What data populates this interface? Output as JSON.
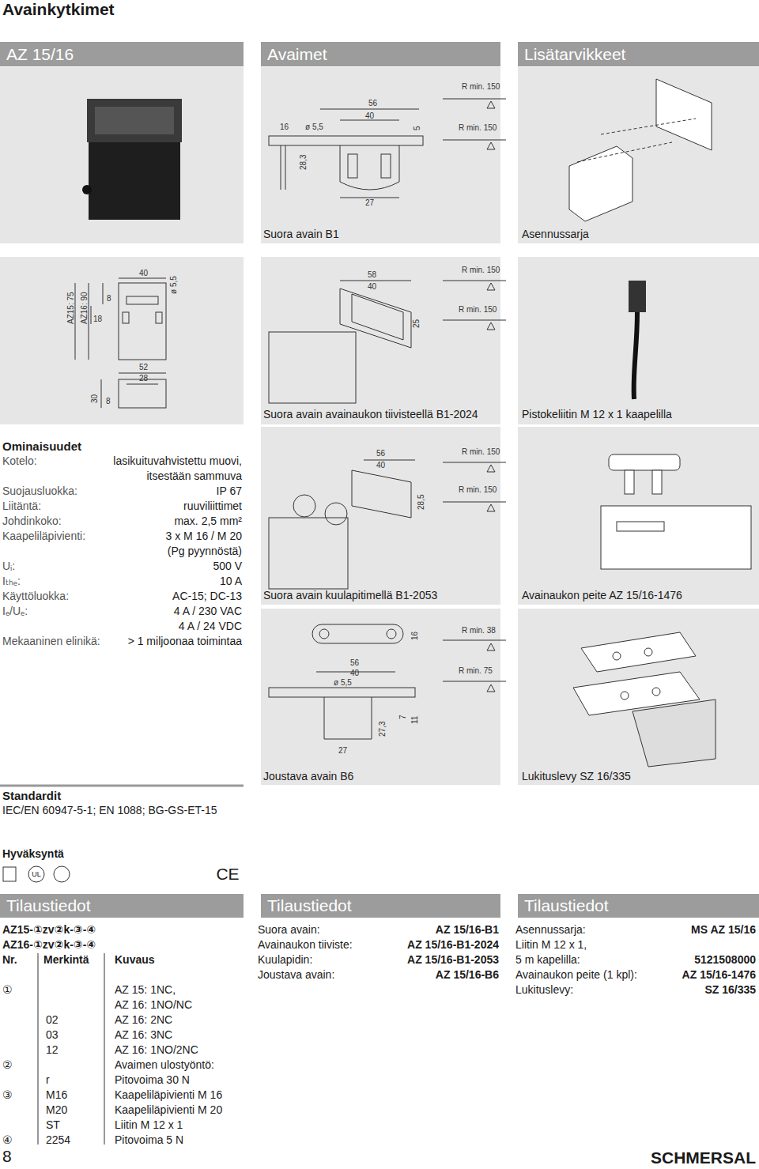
{
  "diagram": {
    "title": "Avainkytkimet",
    "nodes": [
      {
        "text": [
          "AZ 15/16"
        ]
      },
      {
        "text": [
          "Avaimet"
        ]
      },
      {
        "text": [
          "Lisätarvikkeet"
        ]
      },
      {
        "text": [
          "Tilaustiedot"
        ]
      },
      {
        "text": [
          "Tilaustiedot"
        ]
      },
      {
        "text": [
          "Tilaustiedot"
        ]
      }
    ],
    "labels": [
      "Suora avain B1",
      "Asennussarja",
      "Suora avain avainaukon tiivisteellä B1-2024",
      "Pistokeliitin M 12 x 1 kaapelilla",
      "Suora avain kuulapitimellä B1-2053",
      "Avainaukon peite AZ 15/16-1476",
      "Joustava avain B6",
      "Lukituslevy SZ 16/335",
      "40",
      "ø 5,5",
      "8",
      "18",
      "AZ15: 75",
      "AZ16: 90",
      "52",
      "28",
      "30",
      "8",
      "R min. 150",
      "56",
      "40",
      "16",
      "ø 5,5",
      "5",
      "R min. 150",
      "28,3",
      "27",
      "58",
      "R min. 150",
      "40",
      "R min. 150",
      "25",
      "56",
      "R min. 150",
      "40",
      "R min. 150",
      "28,5",
      "16",
      "R min. 38",
      "56",
      "R min. 75",
      "40",
      "ø 5,5",
      "7",
      "11",
      "27,3",
      "27",
      "Ominaisuudet",
      "Kotelo:",
      "lasikuituvahvistettu muovi,",
      "itsestään sammuva",
      "Suojausluokka:",
      "IP 67",
      "Liitäntä:",
      "ruuviliittimet",
      "Johdinkoko:",
      "max. 2,5 mm²",
      "Kaapeliläpivienti:",
      "3 x M 16 / M 20",
      "(Pg pyynnöstä)",
      "Uᵢ:",
      "500 V",
      "Iₜₕₑ:",
      "10 A",
      "Käyttöluokka:",
      "AC-15; DC-13",
      "Iₑ/Uₑ:",
      "4 A / 230 VAC",
      "4 A / 24 VDC",
      "Mekaaninen elinikä:",
      "> 1 miljoonaa toimintaa",
      "Standardit",
      "IEC/EN 60947-5-1; EN 1088; BG-GS-ET-15",
      "Hyväksyntä",
      "UL",
      "CE",
      "AZ15-①zv②k-③-④",
      "AZ16-①zv②k-③-④",
      "Nr.",
      "Merkintä",
      "Kuvaus",
      "①",
      "AZ 15: 1NC,",
      "AZ 16: 1NO/NC",
      "02",
      "AZ 16: 2NC",
      "03",
      "AZ 16: 3NC",
      "12",
      "AZ 16: 1NO/2NC",
      "②",
      "Avaimen ulostyöntö:",
      "r",
      "Pitovoima 30 N",
      "③",
      "M16",
      "Kaapeliläpivienti M 16",
      "M20",
      "Kaapeliläpivienti M 20",
      "ST",
      "Liitin M 12 x 1",
      "④",
      "2254",
      "Pitovoima 5 N",
      "8",
      "Suora avain:",
      "AZ 15/16-B1",
      "Avainaukon tiiviste:",
      "AZ 15/16-B1-2024",
      "Kuulapidin:",
      "AZ 15/16-B1-2053",
      "Joustava avain:",
      "AZ 15/16-B6",
      "Asennussarja:",
      "MS AZ 15/16",
      "Liitin M 12 x 1,",
      "5 m kapelilla:",
      "5121508000",
      "Avainaukon peite (1 kpl):",
      "AZ 15/16-1476",
      "Lukituslevy:",
      "SZ 16/335",
      "SCHMERSAL"
    ]
  }
}
